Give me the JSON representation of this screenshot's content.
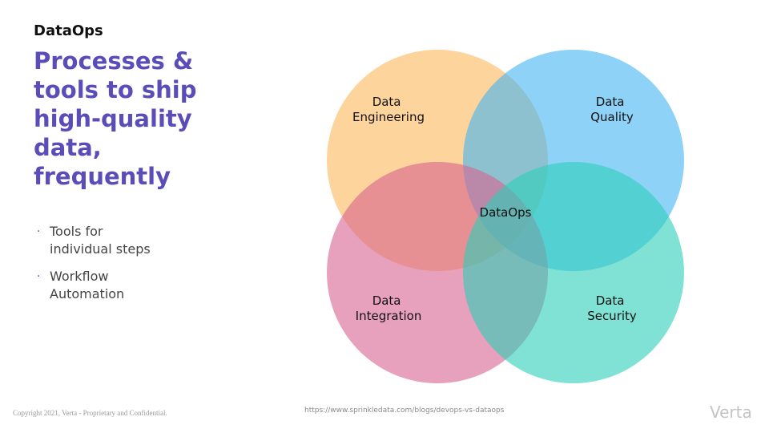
{
  "header": {
    "eyebrow": "DataOps",
    "title_lines": [
      "Processes &",
      "tools to ship",
      "high-quality",
      "data,",
      "frequently"
    ]
  },
  "bullets": [
    {
      "lines": [
        "Tools for",
        "individual steps"
      ]
    },
    {
      "lines": [
        "Workflow",
        "Automation"
      ]
    }
  ],
  "bullet_symbol": "·",
  "diagram": {
    "center_label": "DataOps",
    "circles": [
      {
        "id": "engineering",
        "lines": [
          "Data",
          "Engineering"
        ],
        "color": "#fbb75a"
      },
      {
        "id": "quality",
        "lines": [
          "Data",
          "Quality"
        ],
        "color": "#42b4f2"
      },
      {
        "id": "integration",
        "lines": [
          "Data",
          "Integration"
        ],
        "color": "#d9628f"
      },
      {
        "id": "security",
        "lines": [
          "Data",
          "Security"
        ],
        "color": "#2ccfb8"
      }
    ]
  },
  "footer": {
    "copyright": "Copyright 2021, Verta  -  Proprietary and Confidential.",
    "source_url": "https://www.sprinkledata.com/blogs/devops-vs-dataops",
    "logo": "Verta"
  }
}
